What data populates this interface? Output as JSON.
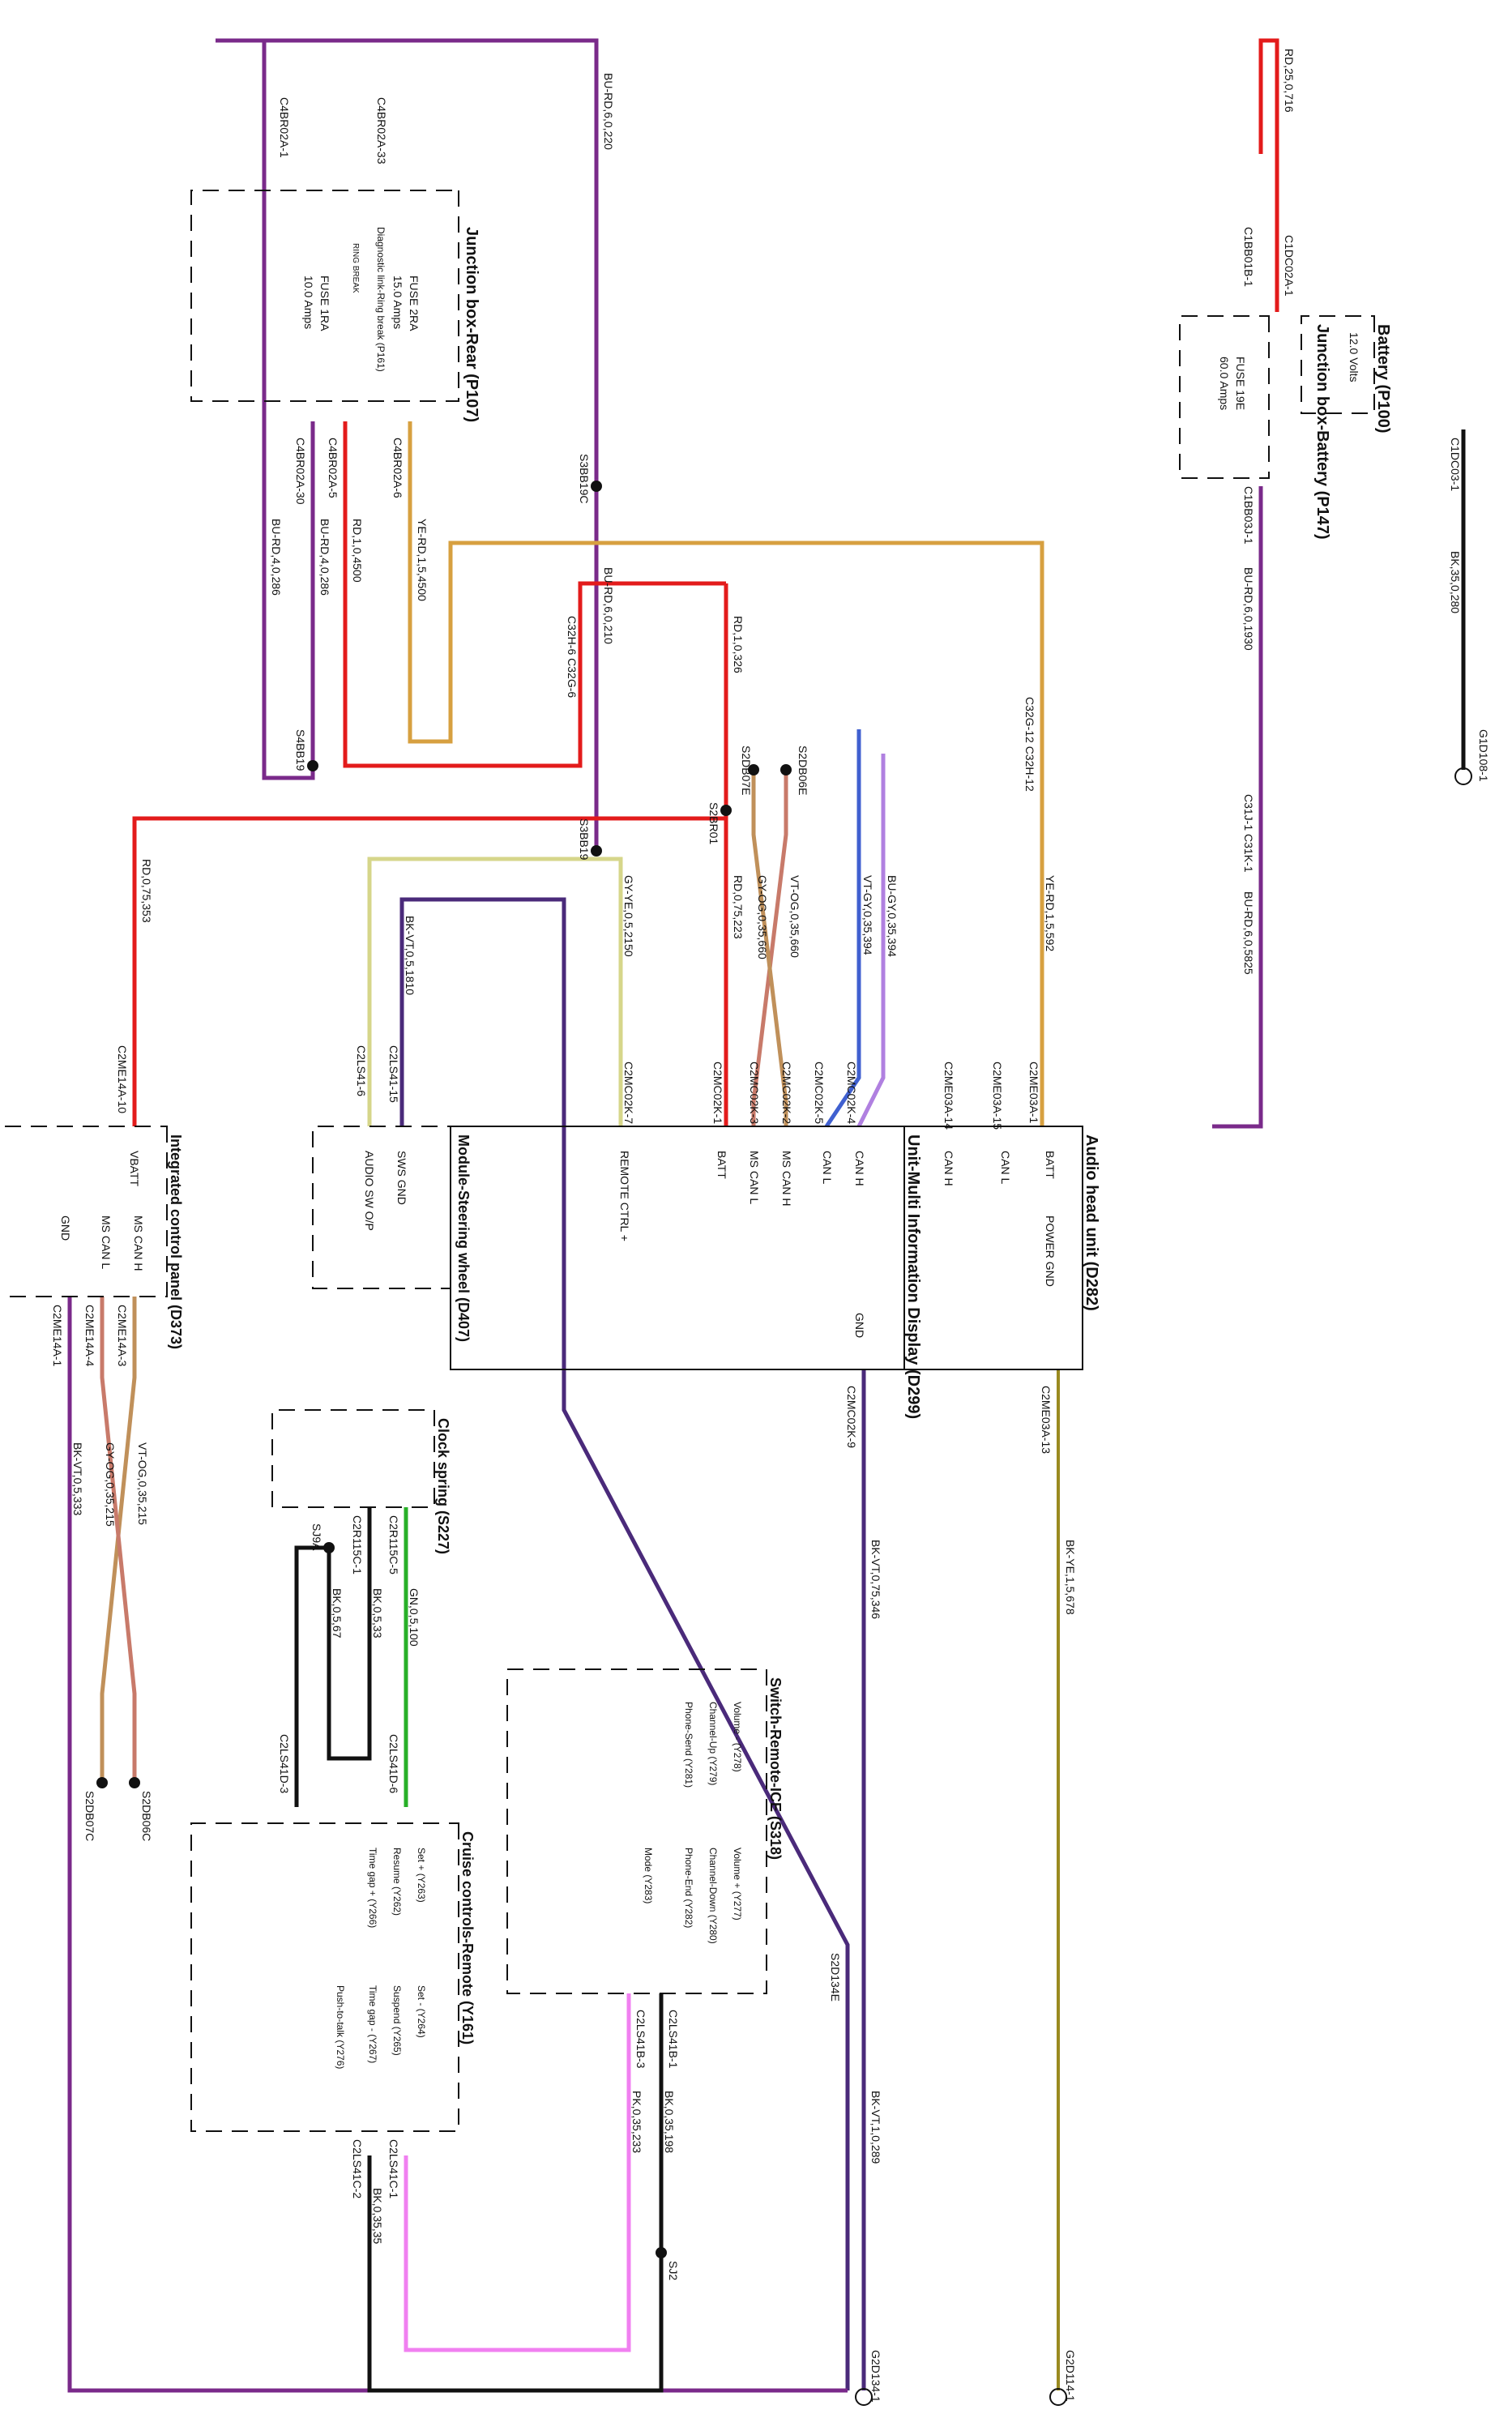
{
  "colors": {
    "red": "#e31b1b",
    "purple": "#7a2a8a",
    "purple_red": "#8b2b6e",
    "black": "#111111",
    "yellow_red": "#d7a040",
    "orange_line": "#c87a2a",
    "gray_yellow": "#d6d68a",
    "blue": "#4060d0",
    "violet": "#b080e0",
    "pink": "#f080f0",
    "green": "#28b028",
    "olive": "#9a8a20",
    "bk_vt": "#4a2a7a",
    "vt_og": "#c87a6a",
    "gy_og": "#c0905a"
  },
  "components": {
    "battery": "Battery (P100)",
    "battery_volts": "12.0 Volts",
    "jb_battery": "Junction box-Battery (P147)",
    "fuse_19e": "FUSE 19E",
    "fuse_19e_amps": "60.0 Amps",
    "jb_rear": "Junction box-Rear (P107)",
    "diag_link": "Diagnostic link-Ring break (P161)",
    "ring_break": "RING BREAK",
    "fuse_2ra": "FUSE 2RA",
    "fuse_2ra_amps": "15.0 Amps",
    "fuse_1ra": "FUSE 1RA",
    "fuse_1ra_amps": "10.0 Amps",
    "ahu": "Audio head unit (D282)",
    "ahu_batt": "BATT",
    "ahu_can_l": "CAN L",
    "ahu_can_h": "CAN H",
    "ahu_power_gnd": "POWER GND",
    "mid": "Unit-Multi Information Display (D299)",
    "mid_can_h": "CAN H",
    "mid_can_l": "CAN L",
    "mid_ms_can_h": "MS CAN H",
    "mid_ms_can_l": "MS CAN L",
    "mid_batt": "BATT",
    "mid_remote": "REMOTE CTRL +",
    "mid_gnd": "GND",
    "sw_wheel": "Module-Steering wheel (D407)",
    "sws_gnd": "SWS GND",
    "audio_sw": "AUDIO SW O/P",
    "icp": "Integrated control panel (D373)",
    "icp_vbatt": "VBATT",
    "icp_ms_can_h": "MS CAN H",
    "icp_ms_can_l": "MS CAN L",
    "icp_gnd": "GND",
    "clock_spring": "Clock spring (S227)",
    "switch_remote": "Switch-Remote-ICE (S318)",
    "cruise": "Cruise controls-Remote (Y161)",
    "sw_vol_minus": "Volume - (Y278)",
    "sw_vol_plus": "Volume + (Y277)",
    "sw_ch_up": "Channel-Up (Y279)",
    "sw_ch_down": "Channel-Down (Y280)",
    "sw_phone_send": "Phone-Send (Y281)",
    "sw_phone_end": "Phone-End (Y282)",
    "sw_mode": "Mode (Y283)",
    "cc_set_plus": "Set + (Y263)",
    "cc_resume": "Resume (Y262)",
    "cc_time_gap_plus": "Time gap + (Y266)",
    "cc_set_minus": "Set - (Y264)",
    "cc_suspend": "Suspend (Y265)",
    "cc_time_gap_minus": "Time gap - (Y267)",
    "cc_push_talk": "Push-to-talk (Y276)"
  },
  "connectors": {
    "c1dc02a_1": "C1DC02A-1",
    "c1dc03_1": "C1DC03-1",
    "g1d108_1": "G1D108-1",
    "c1bb01b_1": "C1BB01B-1",
    "c1bb03j_1": "C1BB03J-1",
    "c31j_1": "C31J-1 C31K-1",
    "s3bb19c": "S3BB19C",
    "s3bb19": "S3BB19",
    "c4br02a_1": "C4BR02A-1",
    "c4br02a_33": "C4BR02A-33",
    "c4br02a_30": "C4BR02A-30",
    "c4br02a_5": "C4BR02A-5",
    "c4br02a_6": "C4BR02A-6",
    "s4bb19": "S4BB19",
    "c32h6": "C32H-6 C32G-6",
    "s2br01": "S2BR01",
    "s2db06e": "S2DB06E",
    "s2db07e": "S2DB07E",
    "c32g12": "C32G-12 C32H-12",
    "c2me03a_1": "C2ME03A-1",
    "c2me03a_15": "C2ME03A-15",
    "c2me03a_14": "C2ME03A-14",
    "c2me03a_13": "C2ME03A-13",
    "c2mc02k_4": "C2MC02K-4",
    "c2mc02k_5": "C2MC02K-5",
    "c2mc02k_2": "C2MC02K-2",
    "c2mc02k_3": "C2MC02K-3",
    "c2mc02k_1": "C2MC02K-1",
    "c2mc02k_7": "C2MC02K-7",
    "c2mc02k_9": "C2MC02K-9",
    "c2ls41_15": "C2LS41-15",
    "c2ls41_6": "C2LS41-6",
    "c2me14a_10": "C2ME14A-10",
    "c2me14a_3": "C2ME14A-3",
    "c2me14a_4": "C2ME14A-4",
    "c2me14a_1": "C2ME14A-1",
    "c2r115c_5": "C2R115C-5",
    "c2r115c_1": "C2R115C-1",
    "s2db06c": "S2DB06C",
    "s2db07c": "S2DB07C",
    "sj9a": "SJ9A",
    "c2ls41d_3": "C2LS41D-3",
    "c2ls41d_6": "C2LS41D-6",
    "s2d134e": "S2D134E",
    "c2ls41b_1": "C2LS41B-1",
    "c2ls41b_3": "C2LS41B-3",
    "c2ls41c_1": "C2LS41C-1",
    "c2ls41c_2": "C2LS41C-2",
    "sj2": "SJ2",
    "g2d134_1": "G2D134-1",
    "g2d114_1": "G2D114-1"
  },
  "wires": {
    "rd_25": "RD,25,0,716",
    "bk_35": "BK,35,0,280",
    "bu_rd_6_220": "BU-RD,6,0,220",
    "bu_rd_6_1930": "BU-RD,6,0,1930",
    "bu_rd_6_210": "BU-RD,6,0,210",
    "bu_rd_6_5825": "BU-RD,6,0,5825",
    "bu_rd_4_286a": "BU-RD,4,0,286",
    "bu_rd_4_286b": "BU-RD,4,0,286",
    "rd_1_4500": "RD,1,0,4500",
    "ye_rd_15_4500": "YE-RD,1,5,4500",
    "rd_1_326": "RD,1,0,326",
    "rd_075_223": "RD,0,75,223",
    "rd_075_353": "RD,0,75,353",
    "vt_og_660": "VT-OG,0,35,660",
    "gy_og_660": "GY-OG,0,35,660",
    "vt_gy_394": "VT-GY,0,35,394",
    "bu_gy_394": "BU-GY,0,35,394",
    "ye_rd_592": "YE-RD,1,5,592",
    "bk_ye_678": "BK-YE,1,5,678",
    "gy_ye_2150": "GY-YE,0,5,2150",
    "bk_vt_1810": "BK-VT,0,5,1810",
    "bk_vt_346": "BK-VT,0,75,346",
    "bk_vt_289": "BK-VT,1,0,289",
    "vt_og_215": "VT-OG,0,35,215",
    "gy_og_215": "GY-OG,0,35,215",
    "bk_vt_333": "BK-VT,0,5,333",
    "gn_100": "GN,0,5,100",
    "bk_33": "BK,0,5,33",
    "bk_67": "BK,0,5,67",
    "bk_198": "BK,0,35,198",
    "pk_233": "PK,0,35,233",
    "bk_35_35": "BK,0,35,35"
  }
}
